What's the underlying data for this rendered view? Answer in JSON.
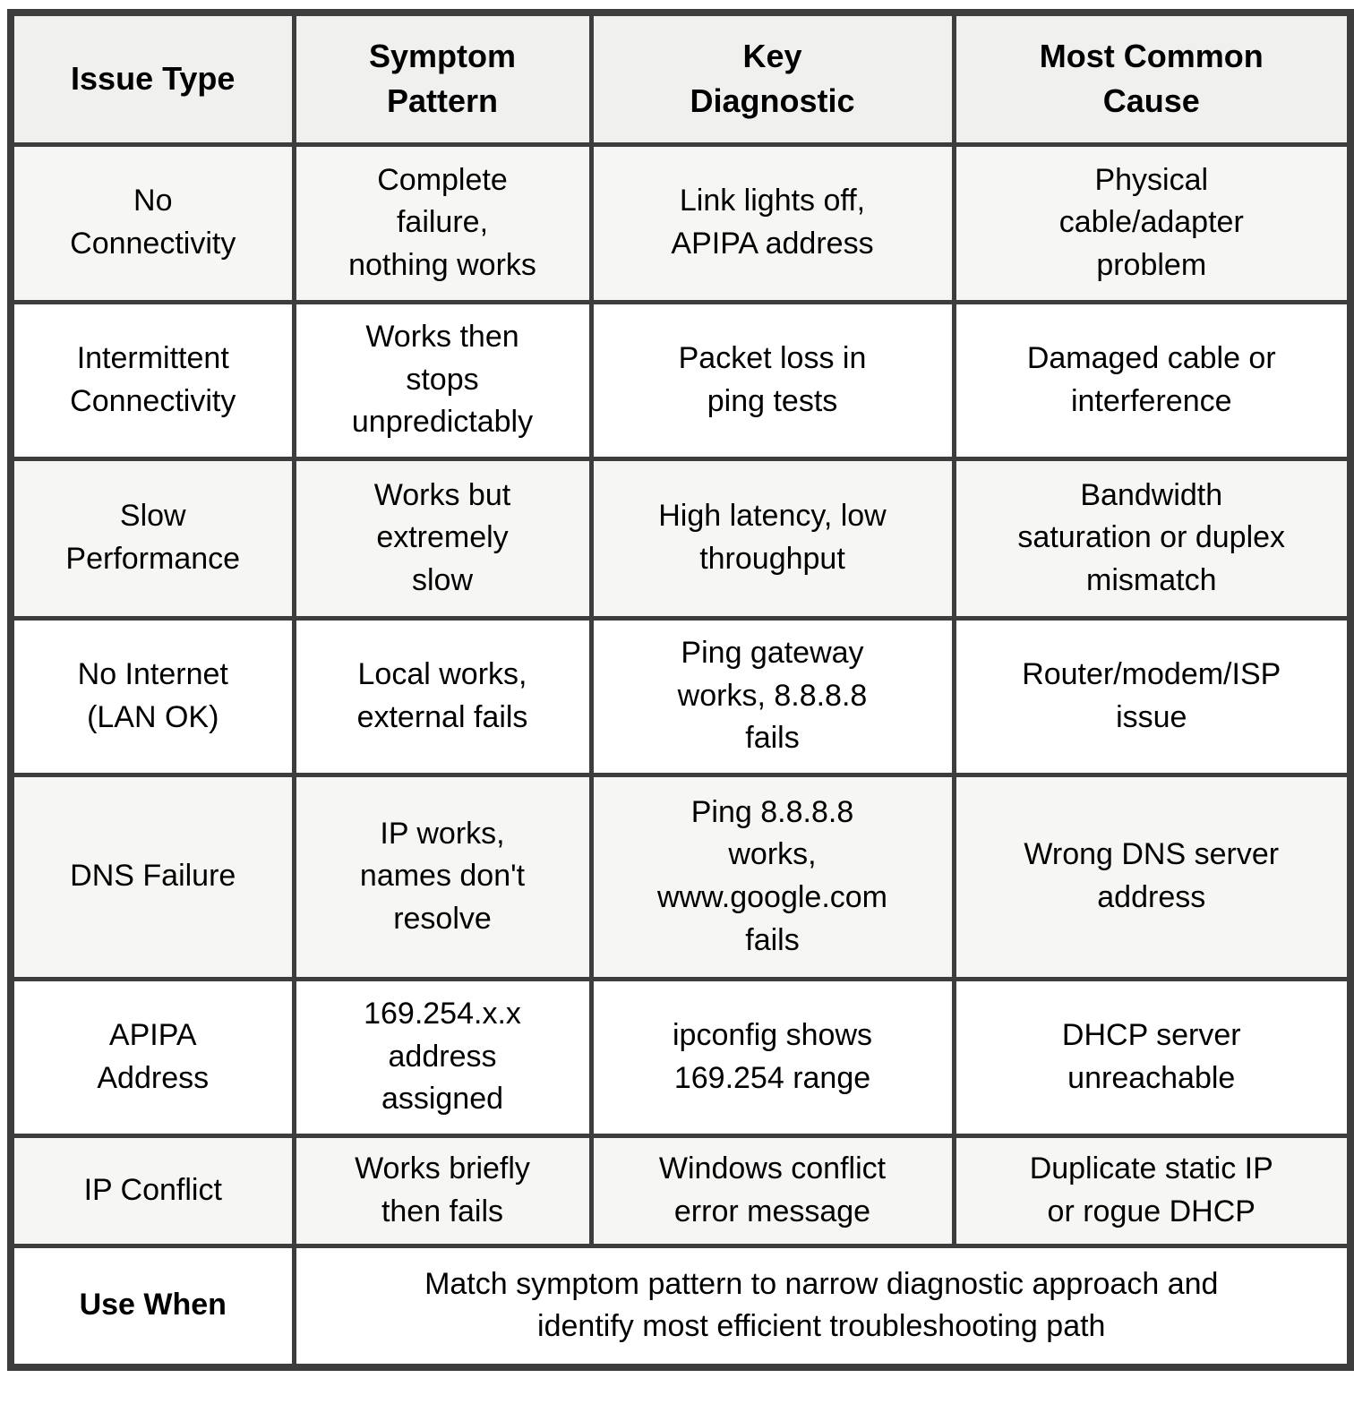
{
  "table": {
    "columns": {
      "issue_type": "Issue Type",
      "symptom_pattern": "Symptom\nPattern",
      "key_diagnostic": "Key\nDiagnostic",
      "most_common_cause": "Most Common\nCause"
    },
    "rows": [
      {
        "issue": "No\nConnectivity",
        "symptom": "Complete\nfailure,\nnothing works",
        "diagnostic": "Link lights off,\nAPIPA address",
        "cause": "Physical\ncable/adapter\nproblem"
      },
      {
        "issue": "Intermittent\nConnectivity",
        "symptom": "Works then\nstops\nunpredictably",
        "diagnostic": "Packet loss in\nping tests",
        "cause": "Damaged cable or\ninterference"
      },
      {
        "issue": "Slow\nPerformance",
        "symptom": "Works but\nextremely\nslow",
        "diagnostic": "High latency, low\nthroughput",
        "cause": "Bandwidth\nsaturation or duplex\nmismatch"
      },
      {
        "issue": "No Internet\n(LAN OK)",
        "symptom": "Local works,\nexternal fails",
        "diagnostic": "Ping gateway\nworks, 8.8.8.8\nfails",
        "cause": "Router/modem/ISP\nissue"
      },
      {
        "issue": "DNS Failure",
        "symptom": "IP works,\nnames don't\nresolve",
        "diagnostic": "Ping 8.8.8.8\nworks,\nwww.google.com\nfails",
        "cause": "Wrong DNS server\naddress"
      },
      {
        "issue": "APIPA\nAddress",
        "symptom": "169.254.x.x\naddress\nassigned",
        "diagnostic": "ipconfig shows\n169.254 range",
        "cause": "DHCP server\nunreachable"
      },
      {
        "issue": "IP Conflict",
        "symptom": "Works briefly\nthen fails",
        "diagnostic": "Windows conflict\nerror message",
        "cause": "Duplicate static IP\nor rogue DHCP"
      }
    ],
    "footer": {
      "label": "Use When",
      "text": "Match symptom pattern to narrow diagnostic approach and\nidentify most efficient troubleshooting path"
    }
  },
  "colors": {
    "border": "#3d3d3d",
    "header_bg": "#f0f0ee",
    "odd_row_bg": "#f6f6f4",
    "even_row_bg": "#ffffff",
    "text": "#000000"
  }
}
